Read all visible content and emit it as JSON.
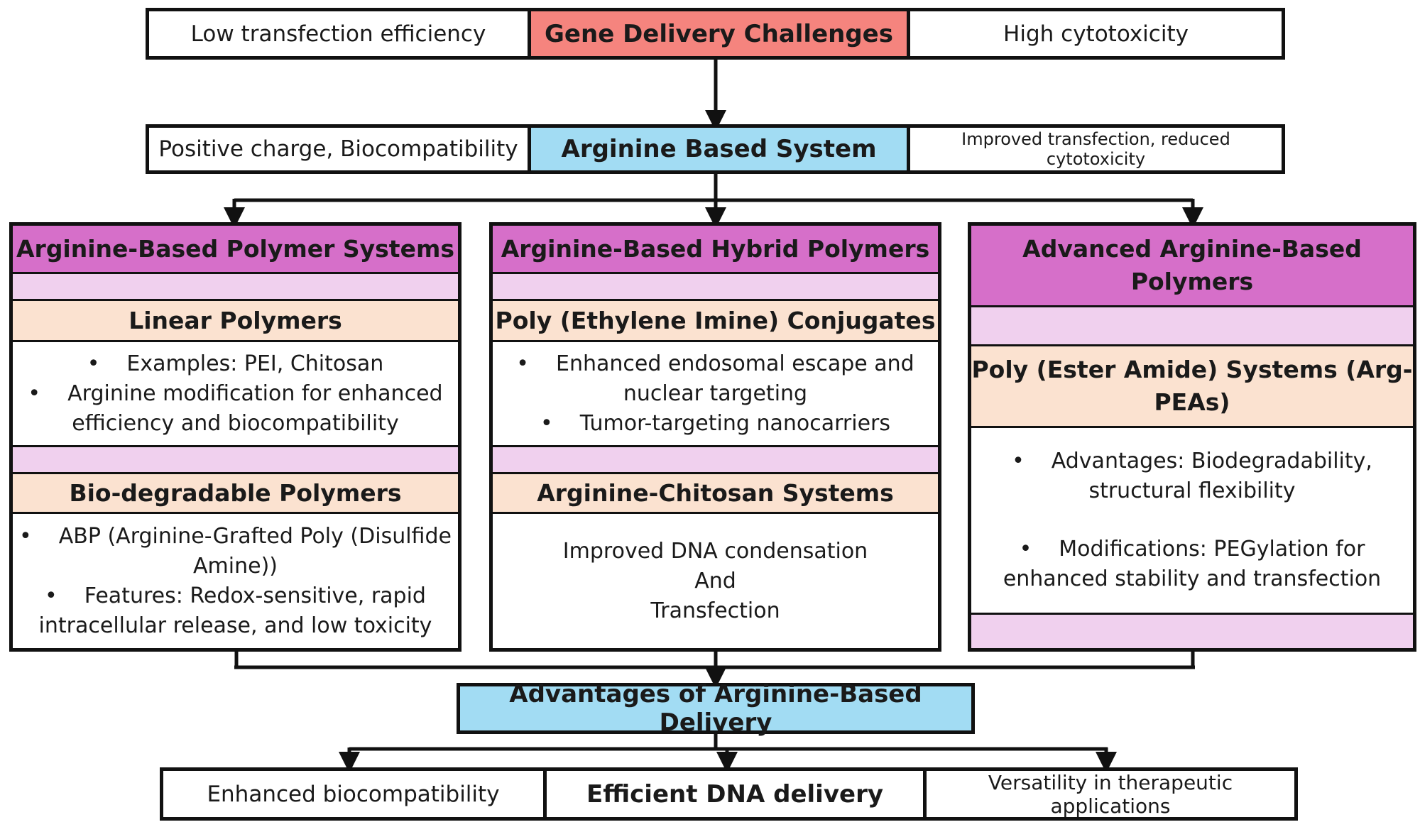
{
  "top": {
    "left": "Low transfection efficiency",
    "center": "Gene Delivery Challenges",
    "right": "High cytotoxicity"
  },
  "second": {
    "left": "Positive charge, Biocompatibility",
    "center": "Arginine Based System",
    "right": "Improved transfection, reduced cytotoxicity"
  },
  "col1": {
    "header": "Arginine-Based Polymer Systems",
    "s1_title": "Linear Polymers",
    "s1_items": [
      "Examples: PEI, Chitosan",
      "Arginine modification for enhanced efficiency and biocompatibility"
    ],
    "s2_title": "Bio-degradable Polymers",
    "s2_items": [
      "ABP (Arginine-Grafted Poly (Disulfide Amine))",
      "Features: Redox-sensitive, rapid intracellular release, and low toxicity"
    ]
  },
  "col2": {
    "header": "Arginine-Based Hybrid Polymers",
    "s1_title": "Poly (Ethylene Imine) Conjugates",
    "s1_items": [
      "Enhanced endosomal escape and nuclear targeting",
      "Tumor-targeting nanocarriers"
    ],
    "s2_title": "Arginine-Chitosan Systems",
    "s2_lines": [
      "Improved DNA condensation",
      "And",
      "Transfection"
    ]
  },
  "col3": {
    "header": "Advanced Arginine-Based Polymers",
    "s1_title": "Poly (Ester Amide) Systems (Arg-PEAs)",
    "s1_items": [
      "Advantages: Biodegradability, structural flexibility",
      "Modifications: PEGylation for enhanced stability and transfection"
    ]
  },
  "advantages": {
    "title": "Advantages of Arginine-Based Delivery"
  },
  "bottom": {
    "left": "Enhanced biocompatibility",
    "center": "Efficient DNA delivery",
    "right": "Versatility in therapeutic applications"
  },
  "colors": {
    "challenge": "#f5847e",
    "system": "#a2dcf3",
    "header": "#d66fc9",
    "pink": "#f0d0ee",
    "peach": "#fbe2d0"
  }
}
